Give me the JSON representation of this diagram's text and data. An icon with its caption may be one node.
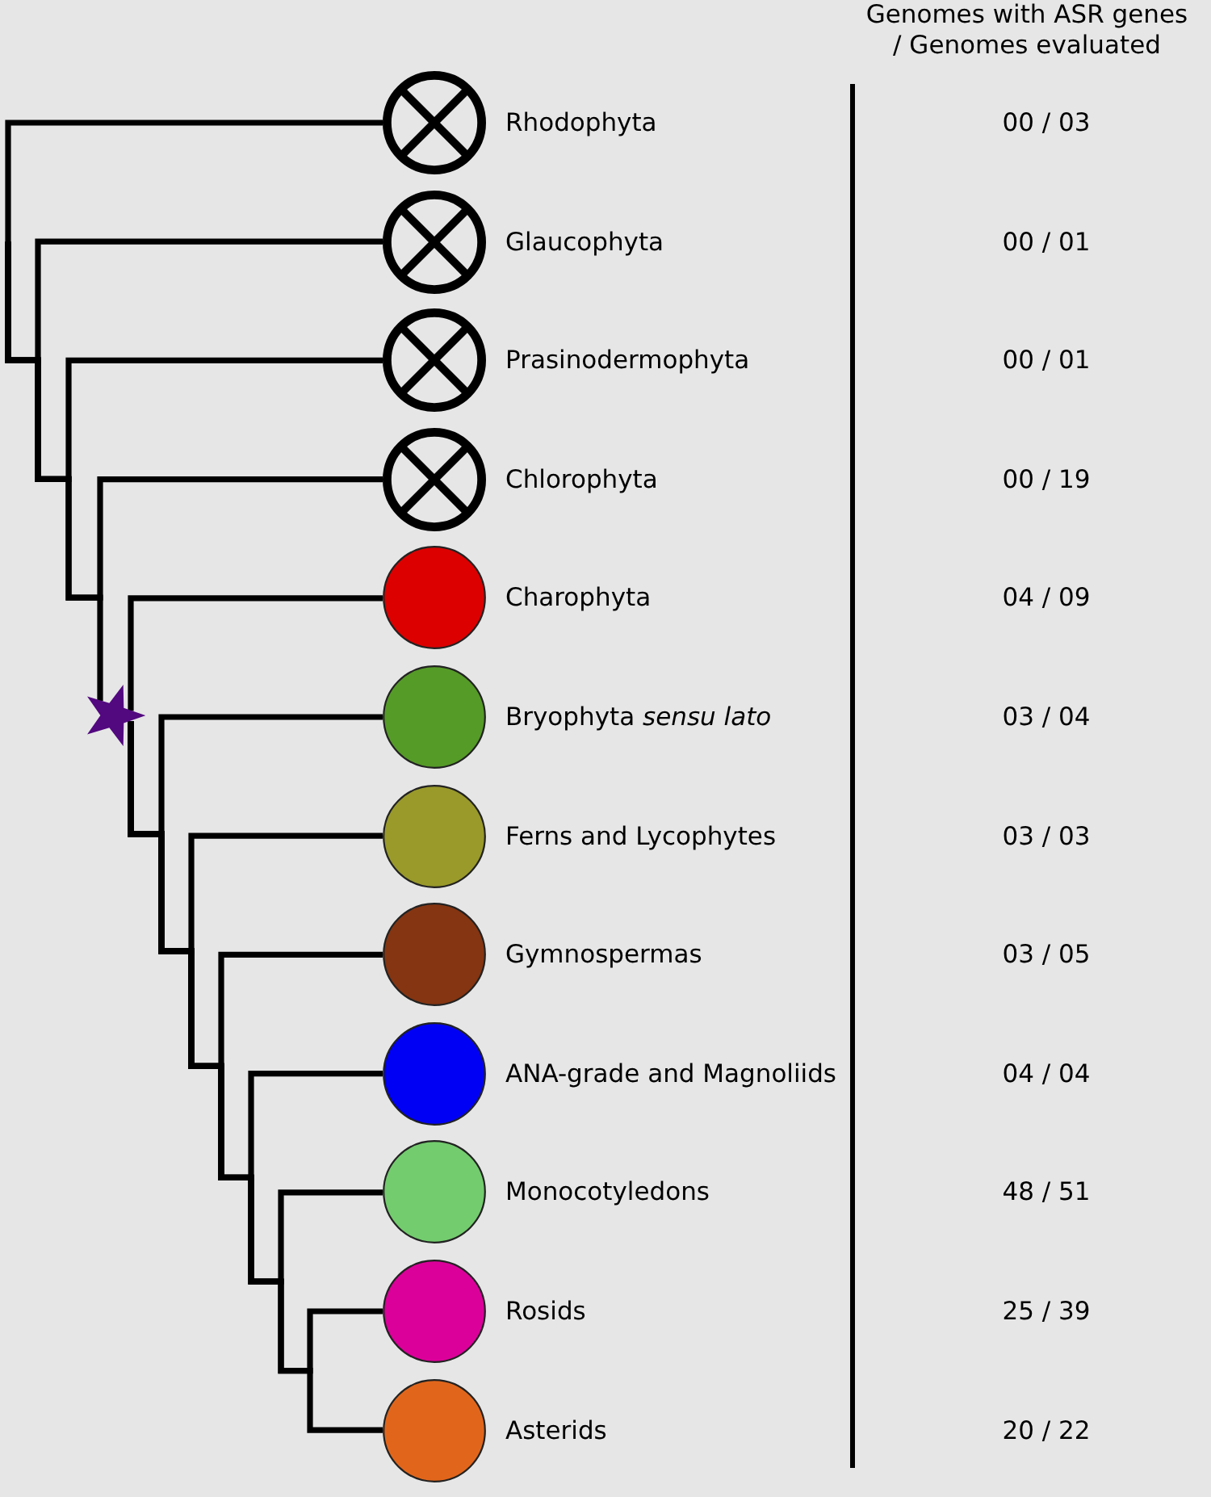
{
  "diagram": {
    "nodes": [
      {
        "text": [],
        "shape": "crossed-circle",
        "beside": [
          "Rhodophyta"
        ]
      },
      {
        "text": [],
        "shape": "crossed-circle",
        "beside": [
          "Glaucophyta"
        ]
      },
      {
        "text": [],
        "shape": "crossed-circle",
        "beside": [
          "Prasinodermophyta"
        ]
      },
      {
        "text": [],
        "shape": "crossed-circle",
        "beside": [
          "Chlorophyta"
        ]
      },
      {
        "text": [],
        "shape": "circle",
        "beside": [
          "Charophyta"
        ]
      },
      {
        "text": [],
        "shape": "circle",
        "beside": [
          "Bryophyta *sensu lato*"
        ]
      },
      {
        "text": [],
        "shape": "circle",
        "beside": [
          "Ferns and Lycophytes"
        ]
      },
      {
        "text": [],
        "shape": "circle",
        "beside": [
          "Gymnospermas"
        ]
      },
      {
        "text": [],
        "shape": "circle",
        "beside": [
          "ANA-grade and Magnoliids"
        ]
      },
      {
        "text": [],
        "shape": "circle",
        "beside": [
          "Monocotyledons"
        ]
      },
      {
        "text": [],
        "shape": "circle",
        "beside": [
          "Rosids"
        ]
      },
      {
        "text": [],
        "shape": "circle",
        "beside": [
          "Asterids"
        ]
      },
      {
        "text": [],
        "shape": "star"
      }
    ],
    "edges": [
      {
        "from": null,
        "to": 0,
        "arrow": "none"
      },
      {
        "from": null,
        "to": 1,
        "arrow": "none"
      },
      {
        "from": null,
        "to": 2,
        "arrow": "none"
      },
      {
        "from": null,
        "to": 3,
        "arrow": "none"
      },
      {
        "from": null,
        "to": 12,
        "arrow": "none"
      },
      {
        "from": 12,
        "to": 4,
        "arrow": "none"
      },
      {
        "from": 12,
        "to": 5,
        "arrow": "none"
      },
      {
        "from": 12,
        "to": 6,
        "arrow": "none"
      },
      {
        "from": 12,
        "to": 7,
        "arrow": "none"
      },
      {
        "from": 12,
        "to": 8,
        "arrow": "none"
      },
      {
        "from": 12,
        "to": 9,
        "arrow": "none"
      },
      {
        "from": 12,
        "to": 10,
        "arrow": "none"
      },
      {
        "from": 12,
        "to": 11,
        "arrow": "none"
      }
    ],
    "labels": [
      "Genomes with ASR genes / Genomes evaluated",
      "00 / 03",
      "00 / 01",
      "00 / 01",
      "00 / 19",
      "04 / 09",
      "03 / 04",
      "03 / 03",
      "03 / 05",
      "04 / 04",
      "48 / 51",
      "25 / 39",
      "20 / 22"
    ]
  }
}
